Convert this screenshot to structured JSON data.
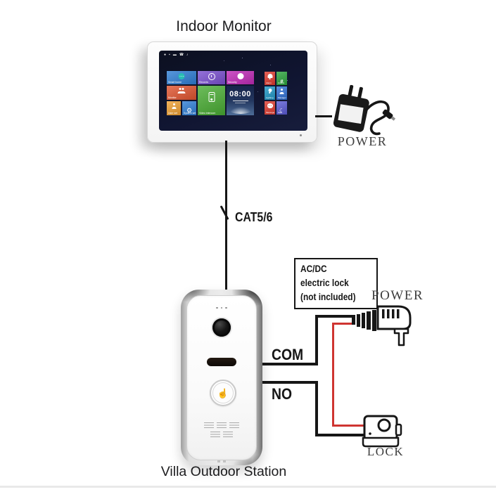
{
  "diagram": {
    "indoor_monitor_title": "Indoor Monitor",
    "villa_outdoor_station_title": "Villa Outdoor Station",
    "cat_cable_label": "CAT5/6",
    "com_label": "COM",
    "no_label": "NO",
    "power_top_label": "POWER",
    "power_right_label": "POWER",
    "lock_label": "LOCK",
    "note_box": {
      "line1": "AC/DC",
      "line2": "electric lock",
      "line3": "(not included)"
    }
  },
  "monitor_screen": {
    "statusbar_icons": [
      {
        "name": "speaker-icon",
        "glyph": "●"
      },
      {
        "name": "shield-icon",
        "glyph": "▪"
      },
      {
        "name": "sd-card-icon",
        "glyph": "▬"
      },
      {
        "name": "phone-icon",
        "glyph": "☎"
      },
      {
        "name": "handset-icon",
        "glyph": "♪"
      }
    ],
    "tiles": [
      {
        "label": "Smart home",
        "color": "#2e7ed5",
        "icon": "chat-bubble"
      },
      {
        "label": "Records",
        "color": "#7a4fd0",
        "icon": "clock"
      },
      {
        "label": "Security",
        "color": "#c02ab8",
        "icon": "check-badge"
      },
      {
        "label": "Monitor",
        "color": "#e0542f",
        "icon": "people"
      },
      {
        "label": "Video intercom",
        "color": "#49ac33",
        "icon": "intercom"
      },
      {
        "label": "User set",
        "color": "#efa033",
        "icon": "person"
      },
      {
        "label": "System set",
        "color": "#2e7ed5",
        "icon": "gear"
      }
    ],
    "clock_tile": {
      "time": "08:00",
      "color": "#1d2c55"
    },
    "quick_tiles": [
      {
        "label": "Alarm",
        "color": "#df3a2e",
        "icon": "bell"
      },
      {
        "label": "Unlock",
        "color": "#2ba23c",
        "icon": "grid"
      },
      {
        "label": "Lighting",
        "color": "#1f97c6",
        "icon": "bulb"
      },
      {
        "label": "Manager",
        "color": "#2f6fd3",
        "icon": "person"
      },
      {
        "label": "Message",
        "color": "#df3a2e",
        "icon": "chat-dots"
      },
      {
        "label": "Safe",
        "color": "#5a5ad4",
        "icon": "moon"
      }
    ]
  },
  "colors": {
    "wire_black": "#161616",
    "wire_red": "#cf3531"
  }
}
